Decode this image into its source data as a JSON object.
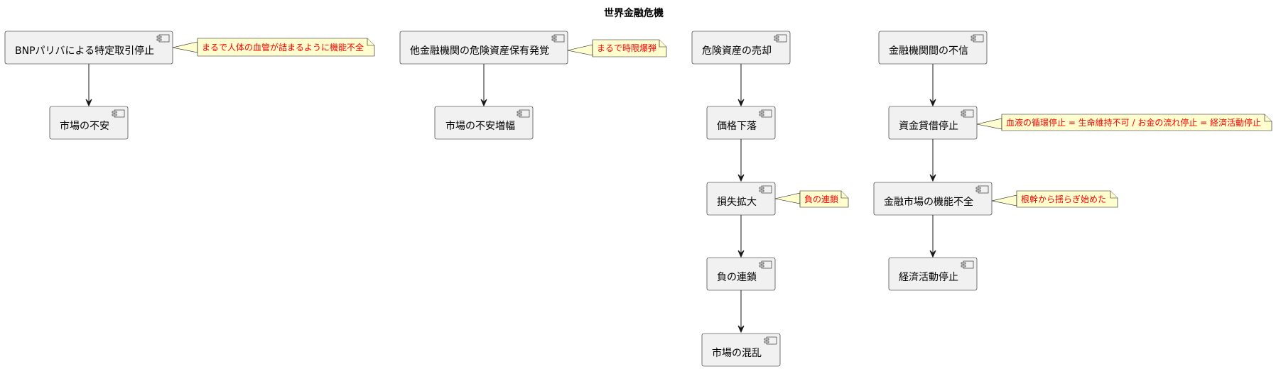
{
  "title": "世界金融危機",
  "nodes": {
    "bnp": "BNPパリバによる特定取引停止",
    "market_anxiety": "市場の不安",
    "other_fi": "他金融機関の危険資産保有発覚",
    "anxiety_amplified": "市場の不安増幅",
    "sell_risky": "危険資産の売却",
    "price_drop": "価格下落",
    "loss_expand": "損失拡大",
    "negative_chain": "負の連鎖",
    "market_chaos": "市場の混乱",
    "interbank_distrust": "金融機関間の不信",
    "lending_halt": "資金貸借停止",
    "market_dysfunction": "金融市場の機能不全",
    "economy_halt": "経済活動停止"
  },
  "notes": {
    "bnp": "まるで人体の血管が詰まるように機能不全",
    "other_fi": "まるで時限爆弾",
    "loss_expand": "負の連鎖",
    "lending_halt": "血液の循環停止 = 生命維持不可 / お金の流れ停止 = 経済活動停止",
    "market_dysfunction": "根幹から揺らぎ始めた"
  },
  "icons": {
    "component": "component-icon"
  },
  "colors": {
    "box_fill": "#f1f1f1",
    "note_fill": "#fefece",
    "note_text": "#ff0000",
    "stroke": "#181818"
  }
}
